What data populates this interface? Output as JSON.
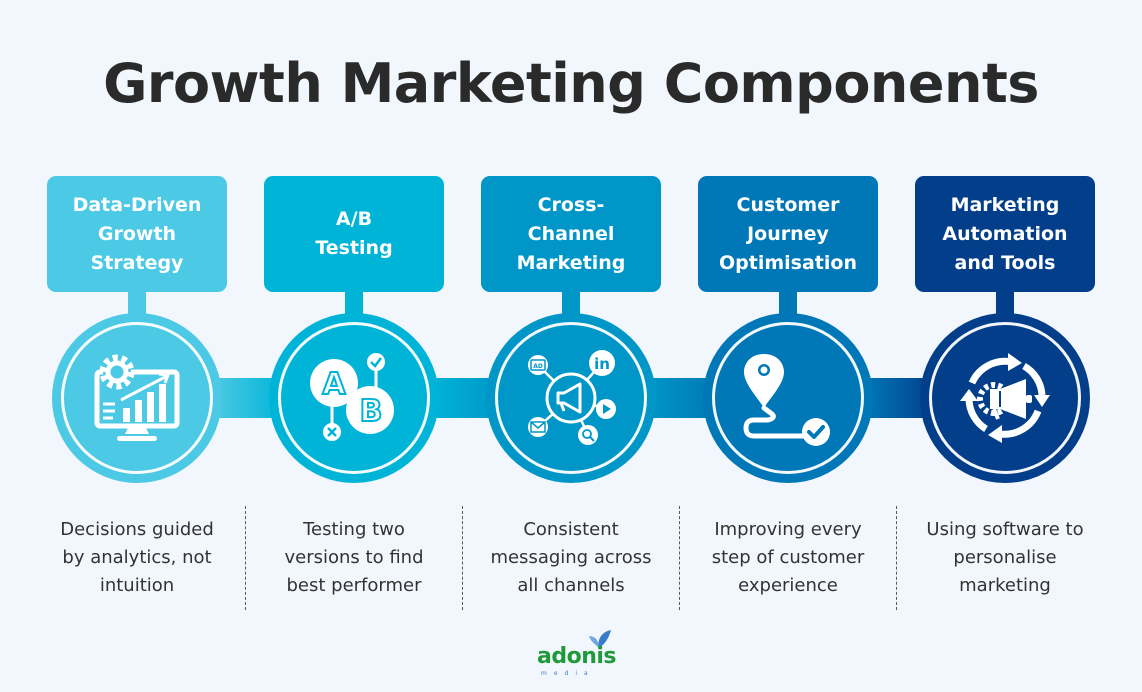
{
  "title": "Growth Marketing Components",
  "colors": {
    "background": "#F2F7FD",
    "title_text": "#2A2A2A",
    "description_text": "#333333",
    "step1": "#4CC9E4",
    "step2": "#00B4D8",
    "step3": "#0096C7",
    "step4": "#0077B6",
    "step5": "#023E8A",
    "logo_green": "#1E9A3A",
    "logo_blue": "#3A7BC8"
  },
  "components": [
    {
      "label": "Data-Driven\nGrowth\nStrategy",
      "icon": "analytics-monitor-gear-icon",
      "description": "Decisions guided\nby analytics, not\nintuition"
    },
    {
      "label": "A/B\nTesting",
      "icon": "ab-test-icon",
      "description": "Testing two\nversions to find\nbest performer"
    },
    {
      "label": "Cross-\nChannel\nMarketing",
      "icon": "megaphone-channels-icon",
      "description": "Consistent\nmessaging across\nall channels"
    },
    {
      "label": "Customer\nJourney\nOptimisation",
      "icon": "location-path-check-icon",
      "description": "Improving every\nstep of customer\nexperience"
    },
    {
      "label": "Marketing\nAutomation\nand Tools",
      "icon": "automation-cycle-megaphone-icon",
      "description": "Using software to\npersonalise\nmarketing"
    }
  ],
  "logo": {
    "name": "adonis",
    "subtitle": "media"
  }
}
